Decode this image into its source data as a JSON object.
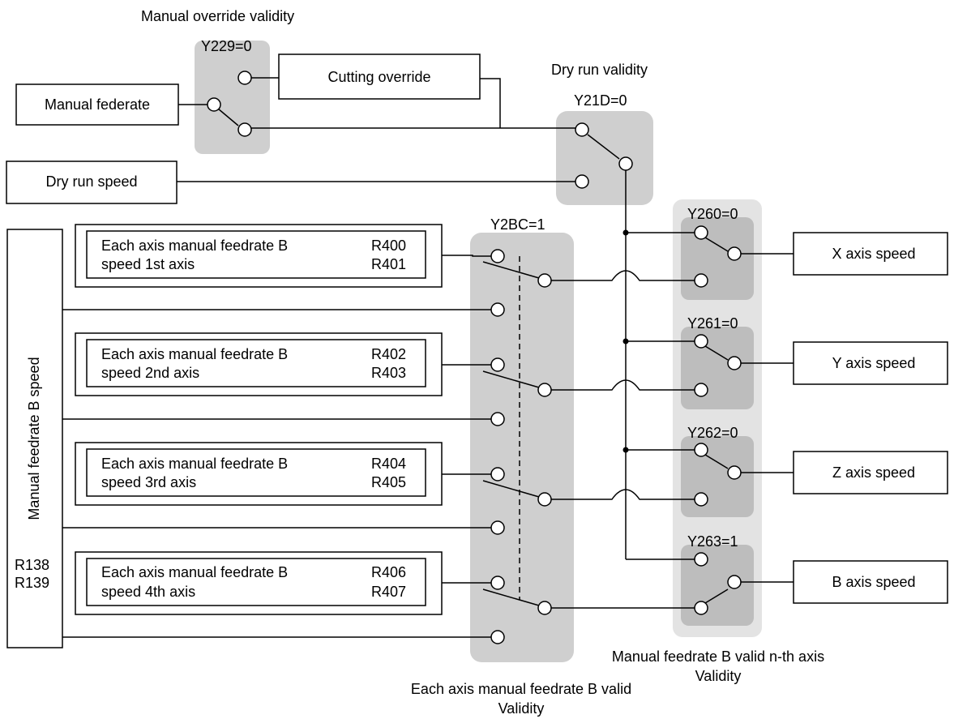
{
  "labels": {
    "manual_override_validity": "Manual override validity",
    "dry_run_validity": "Dry run validity",
    "each_axis_validity_line1": "Each axis manual feedrate B valid",
    "each_axis_validity_line2": "Validity",
    "nth_axis_validity_line1": "Manual feedrate B valid n-th axis",
    "nth_axis_validity_line2": "Validity"
  },
  "switches": {
    "y229": "Y229=0",
    "y21d": "Y21D=0",
    "y2bc": "Y2BC=1",
    "y260": "Y260=0",
    "y261": "Y261=0",
    "y262": "Y262=0",
    "y263": "Y263=1"
  },
  "boxes": {
    "manual_federate": "Manual federate",
    "cutting_override": "Cutting override",
    "dry_run_speed": "Dry run speed",
    "manual_feedrate_b_speed": "Manual feedrate B speed",
    "r138": "R138",
    "r139": "R139",
    "axis1": {
      "line1": "Each axis manual feedrate B",
      "line2": "speed 1st axis",
      "reg1": "R400",
      "reg2": "R401"
    },
    "axis2": {
      "line1": "Each axis manual feedrate B",
      "line2": "speed 2nd axis",
      "reg1": "R402",
      "reg2": "R403"
    },
    "axis3": {
      "line1": "Each axis manual feedrate B",
      "line2": "speed 3rd axis",
      "reg1": "R404",
      "reg2": "R405"
    },
    "axis4": {
      "line1": "Each axis manual feedrate B",
      "line2": "speed 4th axis",
      "reg1": "R406",
      "reg2": "R407"
    }
  },
  "outputs": {
    "x": "X axis speed",
    "y": "Y axis speed",
    "z": "Z axis speed",
    "b": "B axis speed"
  }
}
